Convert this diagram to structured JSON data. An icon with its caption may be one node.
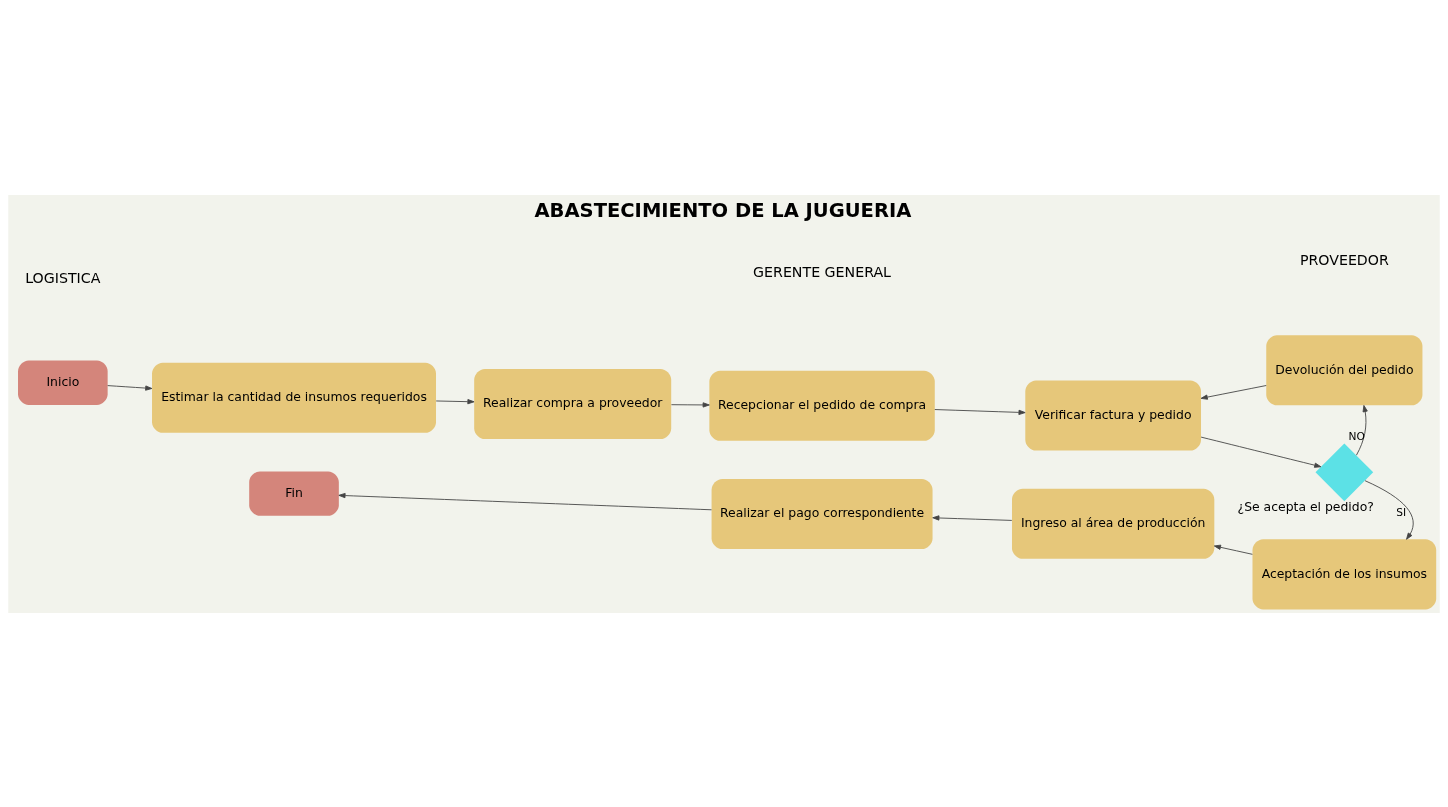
{
  "diagram": {
    "title": "ABASTECIMIENTO DE LA JUGUERIA",
    "nodes": [
      {
        "text": [
          "Inicio"
        ]
      },
      {
        "text": [
          "Estimar la cantidad de insumos requeridos"
        ]
      },
      {
        "text": [
          "Realizar compra a proveedor"
        ]
      },
      {
        "text": [
          "Recepcionar el pedido de compra"
        ]
      },
      {
        "text": [
          "Verificar factura y pedido"
        ]
      },
      {
        "text": [],
        "shape": "diamond",
        "beside": [
          "¿Se acepta el pedido?"
        ]
      },
      {
        "text": [
          "Devolución del pedido"
        ]
      },
      {
        "text": [
          "Aceptación de los insumos"
        ]
      },
      {
        "text": [
          "Ingreso al área de producción"
        ]
      },
      {
        "text": [
          "Realizar el pago correspondiente"
        ]
      },
      {
        "text": [
          "Fin"
        ]
      }
    ],
    "edges": [
      {
        "from": 0,
        "to": 1,
        "arrow": "to"
      },
      {
        "from": 1,
        "to": 2,
        "arrow": "to"
      },
      {
        "from": 2,
        "to": 3,
        "arrow": "to"
      },
      {
        "from": 3,
        "to": 4,
        "arrow": "to"
      },
      {
        "from": 4,
        "to": 5,
        "arrow": "to"
      },
      {
        "from": 5,
        "to": 6,
        "arrow": "to",
        "label": "NO"
      },
      {
        "from": 6,
        "to": 4,
        "arrow": "to"
      },
      {
        "from": 5,
        "to": 7,
        "arrow": "to",
        "label": "SI"
      },
      {
        "from": 7,
        "to": 8,
        "arrow": "to"
      },
      {
        "from": 8,
        "to": 9,
        "arrow": "to"
      },
      {
        "from": 9,
        "to": 10,
        "arrow": "to"
      }
    ],
    "labels": [
      "LOGISTICA",
      "GERENTE GENERAL",
      "PROVEEDOR"
    ]
  }
}
